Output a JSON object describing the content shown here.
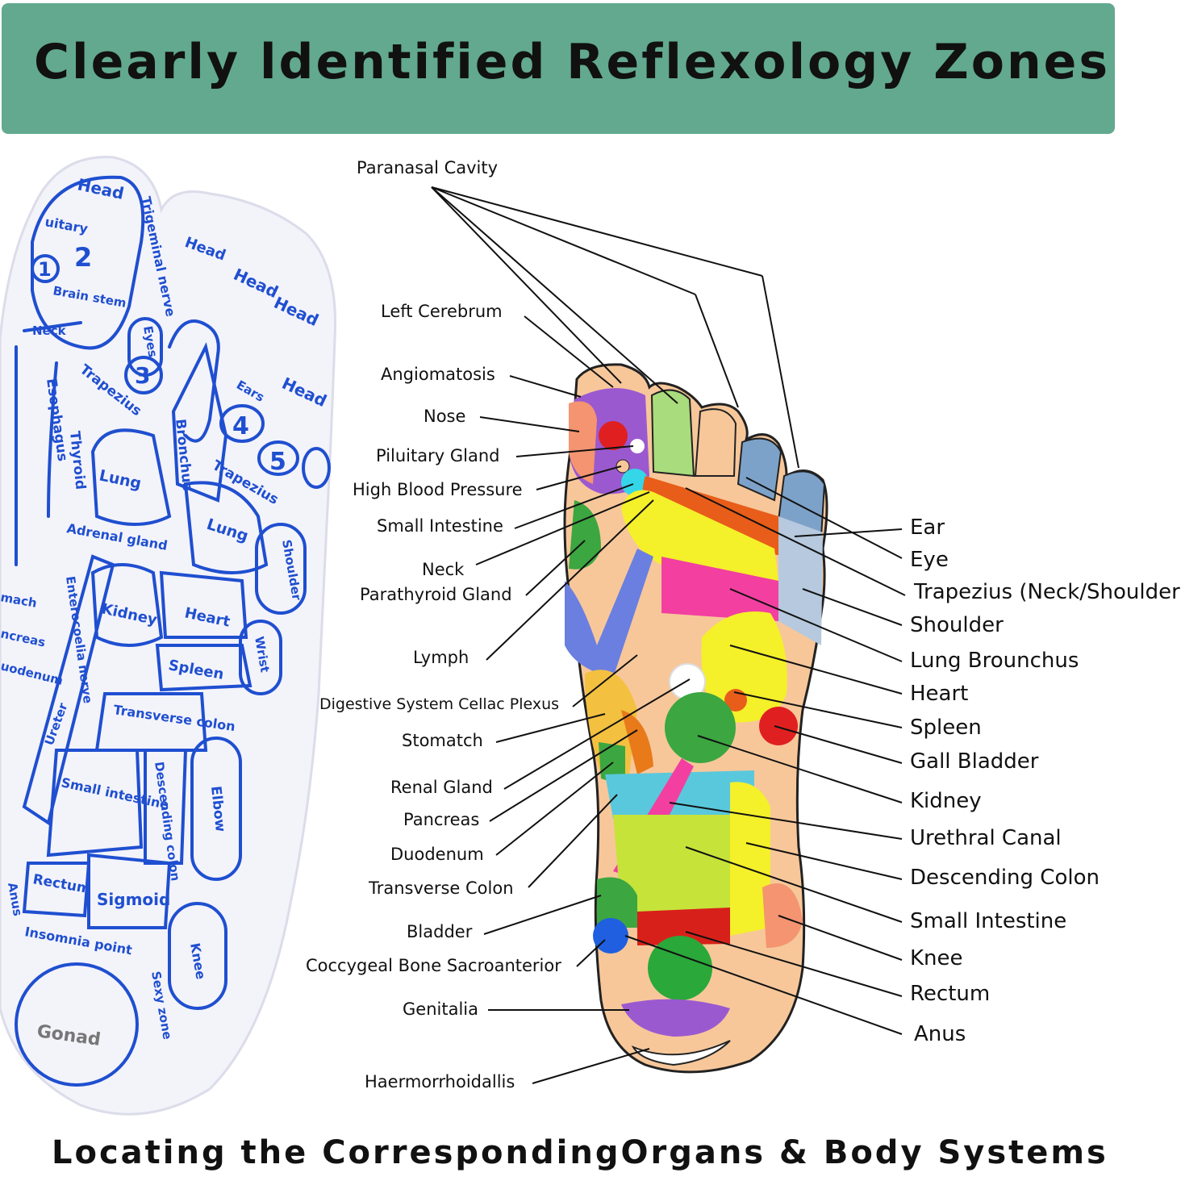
{
  "banner": {
    "title": "Clearly ldentified Reflexology Zones"
  },
  "footer": {
    "caption": "Locating the CorrespondingOrgans & Body Systems"
  },
  "sock_zones": {
    "head_1": "Head",
    "pituitary": "uitary",
    "num_1": "1",
    "num_2": "2",
    "num_3": "3",
    "num_4": "4",
    "num_5": "5",
    "trigeminal": "Trigeminal nerve",
    "brain_stem": "Brain stem",
    "neck": "Neck",
    "head_2": "Head",
    "head_3": "Head",
    "head_4": "Head",
    "head_5": "Head",
    "eyes": "Eyes",
    "ears": "Ears",
    "trapezius_1": "Trapezius",
    "trapezius_2": "Trapezius",
    "bronchus": "Bronchus",
    "esophagus": "Esophagus",
    "thyroid": "Thyroid",
    "lung_1": "Lung",
    "lung_2": "Lung",
    "shoulder": "Shoulder",
    "adrenal": "Adrenal gland",
    "kidney": "Kidney",
    "heart": "Heart",
    "spleen": "Spleen",
    "wrist": "Wrist",
    "enterocoelia": "Enterocoelia nerve",
    "stomach": "mach",
    "pancreas": "ncreas",
    "duodenum": "uodenum",
    "transverse": "Transverse colon",
    "ureter": "Ureter",
    "small_intestine": "Small intestine",
    "descending": "Descending colon",
    "elbow": "Elbow",
    "rectum": "Rectum",
    "sigmoid": "Sigmoid",
    "anus": "Anus",
    "insomnia": "Insomnia point",
    "knee": "Knee",
    "sexy_zone": "Sexy zone",
    "gonad": "Gonad"
  },
  "chart_left_labels": [
    "Paranasal Cavity",
    "Left Cerebrum",
    "Angiomatosis",
    "Nose",
    "Piluitary Gland",
    "High Blood Pressure",
    "Small Intestine",
    "Neck",
    "Parathyroid Gland",
    "Lymph",
    "Digestive System Cellac Plexus",
    "Stomatch",
    "Renal Gland",
    "Pancreas",
    "Duodenum",
    "Transverse Colon",
    "Bladder",
    "Coccygeal Bone Sacroanterior",
    "Genitalia",
    "Haermorrhoidallis"
  ],
  "chart_right_labels": [
    "Ear",
    "Eye",
    "Trapezius (Neck/Shoulder",
    "Shoulder",
    "Lung Brounchus",
    "Heart",
    "Spleen",
    "Gall Bladder",
    "Kidney",
    "Urethral Canal",
    "Descending Colon",
    "Small Intestine",
    "Knee",
    "Rectum",
    "Anus"
  ],
  "colors": {
    "banner": "#62a98f",
    "sock_ink": "#1f4fd0",
    "sock_fabric": "#f3f3fa",
    "skin": "#f7c79a"
  }
}
